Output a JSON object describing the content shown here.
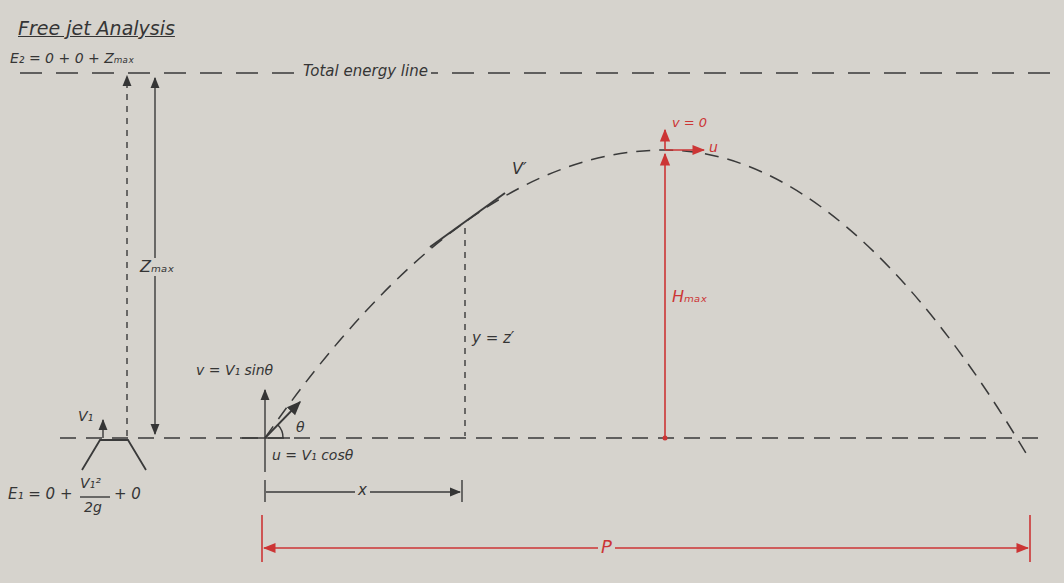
{
  "diagram": {
    "title": "Free jet Analysis",
    "labels": [
      "E₂ = 0 + 0 + Zₘₐₓ",
      "Total energy line",
      "Zₘₐₓ",
      "V₁",
      "E₁ = 0 +",
      "V₁²",
      "2g",
      "+ 0",
      "v = V₁ sinθ",
      "θ",
      "u = V₁ cosθ",
      "V′",
      "y = z′",
      "x",
      "v = 0",
      "u",
      "Hₘₐₓ",
      "P"
    ]
  }
}
